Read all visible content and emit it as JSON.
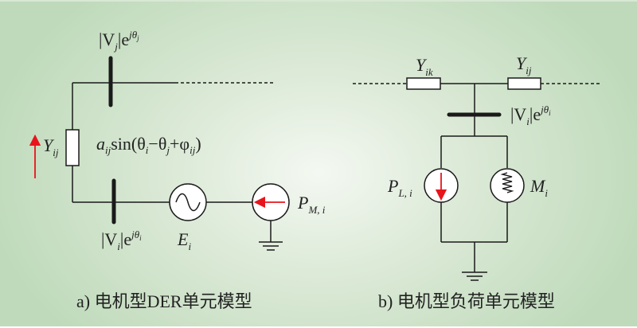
{
  "diagram_a": {
    "caption": "a) 电机型DER单元模型",
    "bus_j_label": {
      "base": "|V",
      "sub": "j",
      "mid": "|e",
      "sup": "jθ",
      "supsub": "j"
    },
    "bus_i_label": {
      "base": "|V",
      "sub": "i",
      "mid": "|e",
      "sup": "jθ",
      "supsub": "i"
    },
    "admittance_label": {
      "base": "Y",
      "sub": "ij"
    },
    "flow_expression": {
      "a": "a",
      "a_sub": "ij",
      "text": "sin(θ",
      "t1sub": "i",
      "minus": "−θ",
      "t2sub": "j",
      "plus": "+φ",
      "phisub": "ij",
      "close": ")"
    },
    "source_label": {
      "base": "E",
      "sub": "i"
    },
    "mech_power_label": {
      "base": "P",
      "sub": "M, i"
    },
    "arrow_color": "#e8141c"
  },
  "diagram_b": {
    "caption": "b) 电机型负荷单元模型",
    "y_ik_label": {
      "base": "Y",
      "sub": "ik"
    },
    "y_ij_label": {
      "base": "Y",
      "sub": "ij"
    },
    "bus_i_label": {
      "base": "|V",
      "sub": "i",
      "mid": "|e",
      "sup": "jθ",
      "supsub": "i"
    },
    "load_power_label": {
      "base": "P",
      "sub": "L, i"
    },
    "motor_label": {
      "base": "M",
      "sub": "i"
    },
    "arrow_color": "#e8141c"
  }
}
